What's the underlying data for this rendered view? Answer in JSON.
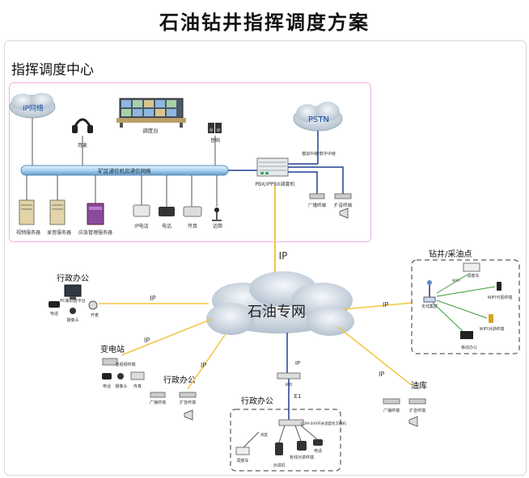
{
  "title": "石油钻井指挥调度方案",
  "center": {
    "heading": "指挥调度中心",
    "ip_network": "IP网络",
    "headset": "耳麦",
    "console": "调度台",
    "speaker": "音响",
    "pstn": "PSTN",
    "trunk_label": "模拟中继/数字中继",
    "bus": "矿区通信机房通信网络",
    "pbx": "PBX/IPPBX调度机",
    "broadcast_terminal": "广播终端",
    "expand_terminal": "扩音终端",
    "servers": [
      "视频服务器",
      "录音服务器",
      "应急管理服务器"
    ],
    "devices": [
      "IP电话",
      "电话",
      "传真",
      "话筒"
    ]
  },
  "links": {
    "ip_main": "IP",
    "ip_left": "IP",
    "ip_substation": "IP",
    "ip_admin2": "IP",
    "ip_center_down": "IP",
    "ip_right": "IP",
    "ip_oil": "IP",
    "e1": "E1"
  },
  "cloud": {
    "label": "石油专网"
  },
  "admin1": {
    "heading": "行政办公",
    "platform": "PC版调度平台",
    "phone": "电话",
    "speaker": "开麦",
    "camera": "摄像头"
  },
  "substation": {
    "heading": "变电站",
    "terminal": "音视频终端",
    "phone": "电话",
    "camera": "摄像头",
    "fax": "传真"
  },
  "admin2": {
    "heading": "行政办公",
    "broadcast": "广播终端",
    "expand": "扩音终端"
  },
  "admin3": {
    "heading": "行政办公",
    "iad": "IAD",
    "switch": "LDM-009开关调度机交换机",
    "car": "调度车",
    "dispatch": "对讲机",
    "talk": "有线对讲终端",
    "phone": "电话",
    "small": "调度"
  },
  "oil_depot": {
    "heading": "油库",
    "broadcast": "广播终端",
    "expand": "扩音终端"
  },
  "drill": {
    "heading": "钻井/采油点",
    "car": "调度车",
    "base": "无线集群",
    "wifi_label": "WIFI",
    "wifi_phone": "WIFI可视终端",
    "wifi_talk": "WIFI对讲终端",
    "laptop": "移动办公"
  },
  "colors": {
    "link_ip": "#f4c542",
    "bus_fill": "#a9d2ef",
    "cloud": "#c9d8e8"
  }
}
